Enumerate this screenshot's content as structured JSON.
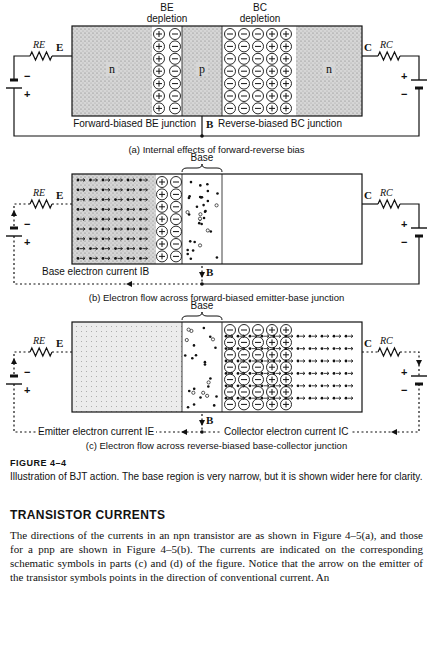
{
  "diagram": {
    "caption": "Illustration of BJT action. The base region is very narrow, but it is shown wider here for clarity.",
    "nodes": [
      {
        "text": [
          "n"
        ]
      },
      {
        "text": [
          "p"
        ]
      },
      {
        "text": [
          "n"
        ]
      }
    ],
    "labels": [
      "BE depletion",
      "BC depletion",
      "RE",
      "E",
      "RC",
      "C",
      "−",
      "+",
      "+",
      "−",
      "Forward-biased BE junction",
      "B",
      "Reverse-biased BC junction",
      "(a) Internal effects of forward-reverse bias",
      "Base",
      "RE",
      "E",
      "RC",
      "C",
      "−",
      "+",
      "+",
      "−",
      "Base electron current IB",
      "B",
      "(b) Electron flow across forward-biased emitter-base junction",
      "Base",
      "RE",
      "E",
      "RC",
      "C",
      "−",
      "+",
      "+",
      "−",
      "B",
      "Emitter electron current IE",
      "Collector electron current IC",
      "(c) Electron flow across reverse-biased base-collector junction",
      "FIGURE 4–4",
      "TRANSISTOR CURRENTS",
      "The directions of the currents in an npn transistor are as shown in Figure 4–5(a), and those for a pnp are shown in Figure 4–5(b). The currents are indicated on the corresponding schematic symbols in parts (c) and (d) of the figure. Notice that the arrow on the emitter of the transistor symbols points in the direction of conventional current. An"
    ]
  }
}
